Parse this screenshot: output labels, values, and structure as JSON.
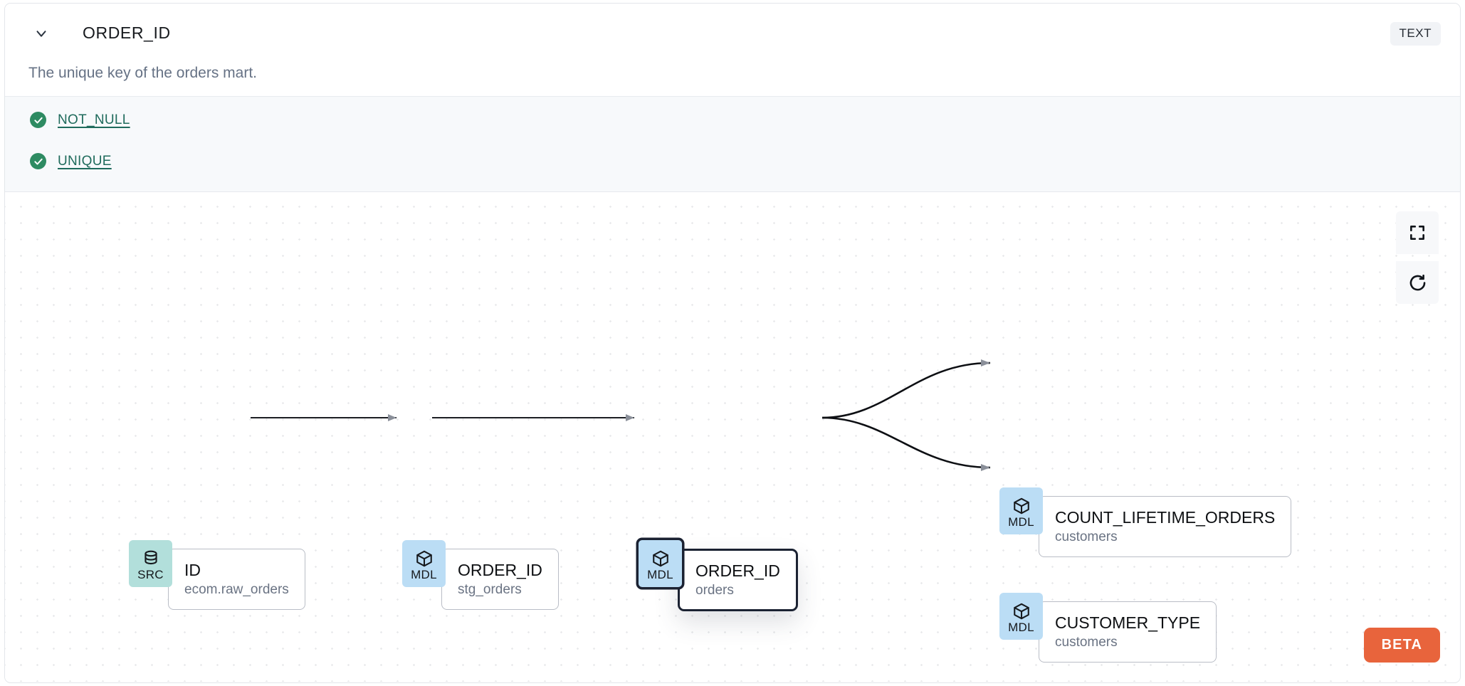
{
  "header": {
    "chevron_icon": "chevron-down-icon",
    "title": "ORDER_ID",
    "type_badge": "TEXT",
    "description": "The unique key of the orders mart."
  },
  "tests": {
    "items": [
      {
        "icon": "check-circle-icon",
        "label": "NOT_NULL"
      },
      {
        "icon": "check-circle-icon",
        "label": "UNIQUE"
      }
    ]
  },
  "lineage": {
    "nodes": [
      {
        "id": "src-id",
        "badge": "SRC",
        "badge_icon": "database-icon",
        "name": "ID",
        "sub": "ecom.raw_orders",
        "selected": false
      },
      {
        "id": "mdl-stg-orders",
        "badge": "MDL",
        "badge_icon": "cube-icon",
        "name": "ORDER_ID",
        "sub": "stg_orders",
        "selected": false
      },
      {
        "id": "mdl-orders",
        "badge": "MDL",
        "badge_icon": "cube-icon",
        "name": "ORDER_ID",
        "sub": "orders",
        "selected": true
      },
      {
        "id": "mdl-count-lifetime-orders",
        "badge": "MDL",
        "badge_icon": "cube-icon",
        "name": "COUNT_LIFETIME_ORDERS",
        "sub": "customers",
        "selected": false
      },
      {
        "id": "mdl-customer-type",
        "badge": "MDL",
        "badge_icon": "cube-icon",
        "name": "CUSTOMER_TYPE",
        "sub": "customers",
        "selected": false
      }
    ],
    "edges": [
      {
        "from": "src-id",
        "to": "mdl-stg-orders"
      },
      {
        "from": "mdl-stg-orders",
        "to": "mdl-orders"
      },
      {
        "from": "mdl-orders",
        "to": "mdl-count-lifetime-orders"
      },
      {
        "from": "mdl-orders",
        "to": "mdl-customer-type"
      }
    ]
  },
  "controls": [
    {
      "name": "fit-view-button",
      "icon": "fullscreen-icon"
    },
    {
      "name": "reset-button",
      "icon": "refresh-icon"
    }
  ],
  "beta_badge": "BETA",
  "colors": {
    "src_badge": "#B2DFDB",
    "mdl_badge": "#BBDDF5",
    "check_green": "#2E8B62",
    "link_green": "#1F6B5C",
    "beta_orange": "#E8643C",
    "selected_border": "#1B2232"
  }
}
